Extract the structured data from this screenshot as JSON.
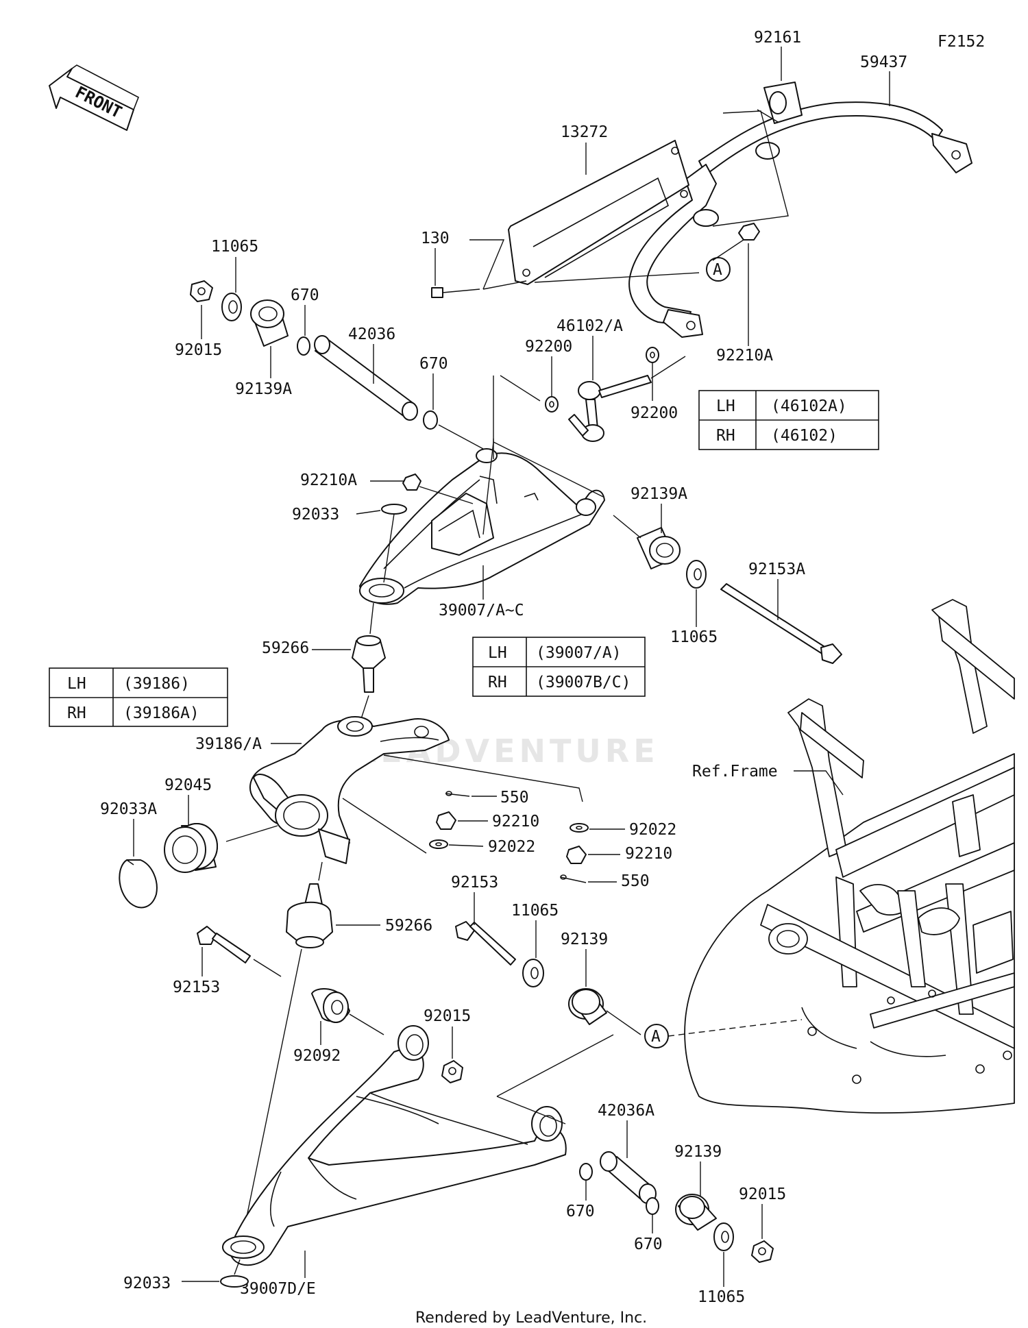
{
  "diagram": {
    "code": "F2152",
    "front_label": "FRONT",
    "frame_label": "Ref.Frame",
    "watermark": "LEADVENTURE",
    "footer": "Rendered by LeadVenture, Inc.",
    "ref_marker": "A",
    "parts": {
      "p92161": "92161",
      "p59437": "59437",
      "p13272": "13272",
      "p130": "130",
      "p11065_top": "11065",
      "p92015_top": "92015",
      "p92139A_top": "92139A",
      "p670_a": "670",
      "p42036": "42036",
      "p670_b": "670",
      "p46102A": "46102/A",
      "p92200_a": "92200",
      "p92200_b": "92200",
      "p92210A_right": "92210A",
      "p92210A_arm": "92210A",
      "p92033_upper": "92033",
      "p39007AC": "39007/A~C",
      "p92139A_mid": "92139A",
      "p11065_mid": "11065",
      "p92153A": "92153A",
      "p59266_upper": "59266",
      "p39186A": "39186/A",
      "p92045": "92045",
      "p92033A": "92033A",
      "p550_a": "550",
      "p92210_a": "92210",
      "p92022_a": "92022",
      "p92022_b": "92022",
      "p92210_b": "92210",
      "p550_b": "550",
      "p59266_lower": "59266",
      "p92153_mid": "92153",
      "p11065_low": "11065",
      "p92139_mid": "92139",
      "p92153_left": "92153",
      "p92092": "92092",
      "p92015_mid": "92015",
      "p42036A": "42036A",
      "p670_c": "670",
      "p670_d": "670",
      "p92139_low": "92139",
      "p92015_low": "92015",
      "p11065_bottom": "11065",
      "p92033_lower": "92033",
      "p39007DE": "39007D/E"
    },
    "tables": {
      "stabilizer_link": [
        {
          "side": "LH",
          "part": "(46102A)"
        },
        {
          "side": "RH",
          "part": "(46102)"
        }
      ],
      "upper_arm": [
        {
          "side": "LH",
          "part": "(39007/A)"
        },
        {
          "side": "RH",
          "part": "(39007B/C)"
        }
      ],
      "knuckle": [
        {
          "side": "LH",
          "part": "(39186)"
        },
        {
          "side": "RH",
          "part": "(39186A)"
        }
      ]
    }
  }
}
